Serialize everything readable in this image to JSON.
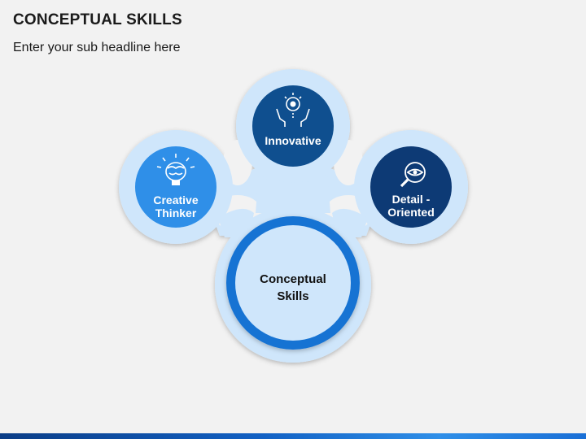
{
  "header": {
    "title": "CONCEPTUAL SKILLS",
    "subtitle": "Enter your sub headline here"
  },
  "colors": {
    "background": "#f2f2f2",
    "outer_shape": "#cfe6fb",
    "creative": "#2f8fe8",
    "innovative": "#0f4f8f",
    "detail": "#0d3a75",
    "center_ring": "#1873d3",
    "center_fill": "#cfe6fb"
  },
  "nodes": {
    "creative": {
      "line1": "Creative",
      "line2": "Thinker",
      "icon": "brain-lightbulb-icon"
    },
    "innovative": {
      "label": "Innovative",
      "icon": "hands-lightbulb-gear-icon"
    },
    "detail": {
      "line1": "Detail -",
      "line2": "Oriented",
      "icon": "eye-magnifier-icon"
    },
    "center": {
      "line1": "Conceptual",
      "line2": "Skills"
    }
  }
}
